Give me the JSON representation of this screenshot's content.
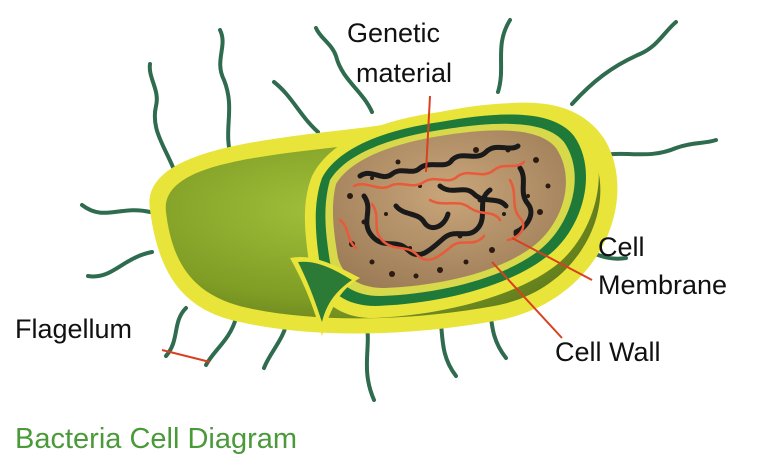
{
  "labels": {
    "genetic_line1": "Genetic",
    "genetic_line2": "material",
    "membrane_line1": "Cell",
    "membrane_line2": "Membrane",
    "flagellum": "Flagellum",
    "cell_wall": "Cell Wall"
  },
  "caption": "Bacteria Cell Diagram",
  "colors": {
    "caption": "#4a9a3a",
    "leader_line": "#d9401f",
    "outer_capsule": "#e8e43a",
    "body_green": "#8aa72a",
    "cell_wall_green": "#1f7a3a",
    "cytoplasm": "#b39066",
    "dna": "#1a1a1a",
    "flagella": "#2f6b4f"
  }
}
